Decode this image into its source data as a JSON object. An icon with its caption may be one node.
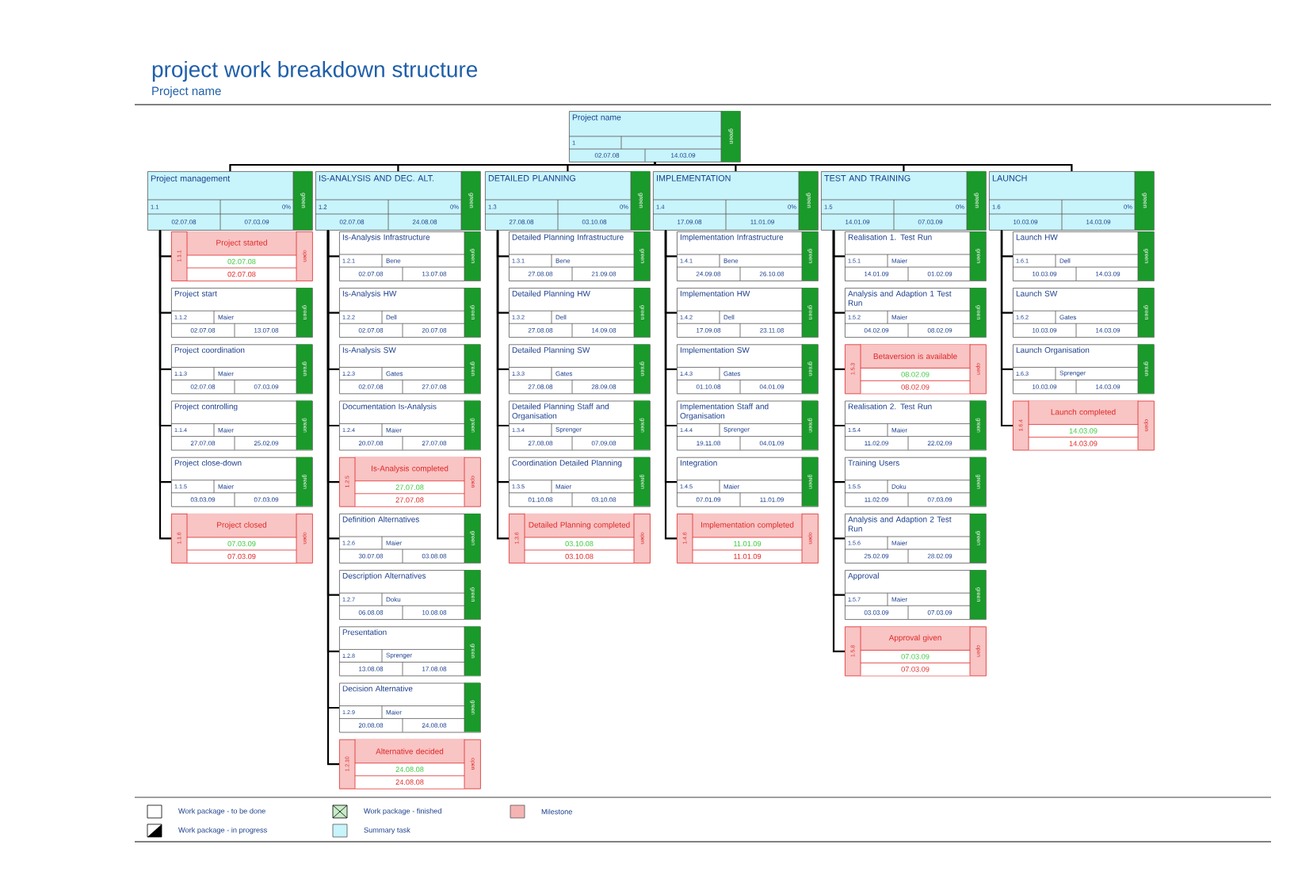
{
  "diagram": {
    "title": "project work breakdown structure",
    "nodes": [
      {
        "text": [
          "Project name",
          "1",
          "02.07.08",
          "14.03.09",
          "green"
        ]
      },
      {
        "text": [
          "Project management",
          "1.1",
          "0%",
          "02.07.08",
          "07.03.09",
          "green"
        ]
      },
      {
        "text": [
          "Project started",
          "1.1.1",
          "02.07.08",
          "02.07.08",
          "open"
        ]
      },
      {
        "text": [
          "Project start",
          "1.1.2",
          "Maier",
          "02.07.08",
          "13.07.08",
          "green"
        ]
      },
      {
        "text": [
          "Project coordination",
          "1.1.3",
          "Maier",
          "02.07.08",
          "07.03.09",
          "green"
        ]
      },
      {
        "text": [
          "Project controlling",
          "1.1.4",
          "Maier",
          "27.07.08",
          "25.02.09",
          "green"
        ]
      },
      {
        "text": [
          "Project close-down",
          "1.1.5",
          "Maier",
          "03.03.09",
          "07.03.09",
          "green"
        ]
      },
      {
        "text": [
          "Project closed",
          "1.1.6",
          "07.03.09",
          "07.03.09",
          "open"
        ]
      },
      {
        "text": [
          "IS-ANALYSIS AND DEC. ALT.",
          "1.2",
          "0%",
          "02.07.08",
          "24.08.08",
          "green"
        ]
      },
      {
        "text": [
          "Is-Analysis Infrastructure",
          "1.2.1",
          "Bene",
          "02.07.08",
          "13.07.08",
          "green"
        ]
      },
      {
        "text": [
          "Is-Analysis HW",
          "1.2.2",
          "Dell",
          "02.07.08",
          "20.07.08",
          "green"
        ]
      },
      {
        "text": [
          "Is-Analysis SW",
          "1.2.3",
          "Gates",
          "02.07.08",
          "27.07.08",
          "green"
        ]
      },
      {
        "text": [
          "Documentation Is-Analysis",
          "1.2.4",
          "Maier",
          "20.07.08",
          "27.07.08",
          "green"
        ]
      },
      {
        "text": [
          "Is-Analysis completed",
          "1.2.5",
          "27.07.08",
          "27.07.08",
          "open"
        ]
      },
      {
        "text": [
          "Definition Alternatives",
          "1.2.6",
          "Maier",
          "30.07.08",
          "03.08.08",
          "green"
        ]
      },
      {
        "text": [
          "Description Alternatives",
          "1.2.7",
          "Doku",
          "06.08.08",
          "10.08.08",
          "green"
        ]
      },
      {
        "text": [
          "Presentation",
          "1.2.8",
          "Sprenger",
          "13.08.08",
          "17.08.08",
          "green"
        ]
      },
      {
        "text": [
          "Decision Alternative",
          "1.2.9",
          "Maier",
          "20.08.08",
          "24.08.08",
          "green"
        ]
      },
      {
        "text": [
          "Alternative decided",
          "1.2.10",
          "24.08.08",
          "24.08.08",
          "open"
        ]
      },
      {
        "text": [
          "DETAILED PLANNING",
          "1.3",
          "0%",
          "27.08.08",
          "03.10.08",
          "green"
        ]
      },
      {
        "text": [
          "Detailed Planning Infrastructure",
          "1.3.1",
          "Bene",
          "27.08.08",
          "21.09.08",
          "green"
        ]
      },
      {
        "text": [
          "Detailed Planning HW",
          "1.3.2",
          "Dell",
          "27.08.08",
          "14.09.08",
          "green"
        ]
      },
      {
        "text": [
          "Detailed Planning SW",
          "1.3.3",
          "Gates",
          "27.08.08",
          "28.09.08",
          "green"
        ]
      },
      {
        "text": [
          "Detailed Planning Staff and Organisation",
          "1.3.4",
          "Sprenger",
          "27.08.08",
          "07.09.08",
          "green"
        ]
      },
      {
        "text": [
          "Coordination Detailed Planning",
          "1.3.5",
          "Maier",
          "01.10.08",
          "03.10.08",
          "green"
        ]
      },
      {
        "text": [
          "Detailed Planning completed",
          "1.3.6",
          "03.10.08",
          "03.10.08",
          "open"
        ]
      },
      {
        "text": [
          "IMPLEMENTATION",
          "1.4",
          "0%",
          "17.09.08",
          "11.01.09",
          "green"
        ]
      },
      {
        "text": [
          "Implementation Infrastructure",
          "1.4.1",
          "Bene",
          "24.09.08",
          "26.10.08",
          "green"
        ]
      },
      {
        "text": [
          "Implementation HW",
          "1.4.2",
          "Dell",
          "17.09.08",
          "23.11.08",
          "green"
        ]
      },
      {
        "text": [
          "Implementation SW",
          "1.4.3",
          "Gates",
          "01.10.08",
          "04.01.09",
          "green"
        ]
      },
      {
        "text": [
          "Implementation Staff and Organisation",
          "1.4.4",
          "Sprenger",
          "19.11.08",
          "04.01.09",
          "green"
        ]
      },
      {
        "text": [
          "Integration",
          "1.4.5",
          "Maier",
          "07.01.09",
          "11.01.09",
          "green"
        ]
      },
      {
        "text": [
          "Implementation completed",
          "1.4.6",
          "11.01.09",
          "11.01.09",
          "open"
        ]
      },
      {
        "text": [
          "TEST AND TRAINING",
          "1.5",
          "0%",
          "14.01.09",
          "07.03.09",
          "green"
        ]
      },
      {
        "text": [
          "Realisation 1. Test Run",
          "1.5.1",
          "Maier",
          "14.01.09",
          "01.02.09",
          "green"
        ]
      },
      {
        "text": [
          "Analysis and Adaption 1 Test Run",
          "1.5.2",
          "Maier",
          "04.02.09",
          "08.02.09",
          "green"
        ]
      },
      {
        "text": [
          "Betaversion is available",
          "1.5.3",
          "08.02.09",
          "08.02.09",
          "open"
        ]
      },
      {
        "text": [
          "Realisation 2. Test Run",
          "1.5.4",
          "Maier",
          "11.02.09",
          "22.02.09",
          "green"
        ]
      },
      {
        "text": [
          "Training Users",
          "1.5.5",
          "Doku",
          "11.02.09",
          "07.03.09",
          "green"
        ]
      },
      {
        "text": [
          "Analysis and Adaption 2 Test Run",
          "1.5.6",
          "Maier",
          "25.02.09",
          "28.02.09",
          "green"
        ]
      },
      {
        "text": [
          "Approval",
          "1.5.7",
          "Maier",
          "03.03.09",
          "07.03.09",
          "green"
        ]
      },
      {
        "text": [
          "Approval given",
          "1.5.8",
          "07.03.09",
          "07.03.09",
          "open"
        ]
      },
      {
        "text": [
          "LAUNCH",
          "1.6",
          "0%",
          "10.03.09",
          "14.03.09",
          "green"
        ]
      },
      {
        "text": [
          "Launch HW",
          "1.6.1",
          "Dell",
          "10.03.09",
          "14.03.09",
          "green"
        ]
      },
      {
        "text": [
          "Launch SW",
          "1.6.2",
          "Gates",
          "10.03.09",
          "14.03.09",
          "green"
        ]
      },
      {
        "text": [
          "Launch Organisation",
          "1.6.3",
          "Sprenger",
          "10.03.09",
          "14.03.09",
          "green"
        ]
      },
      {
        "text": [
          "Launch completed",
          "1.6.4",
          "14.03.09",
          "14.03.09",
          "open"
        ]
      }
    ],
    "edges": [
      {
        "from": 0,
        "to": 1,
        "arrow": "none"
      },
      {
        "from": 1,
        "to": 2,
        "arrow": "none"
      },
      {
        "from": 1,
        "to": 3,
        "arrow": "none"
      },
      {
        "from": 1,
        "to": 4,
        "arrow": "none"
      },
      {
        "from": 1,
        "to": 5,
        "arrow": "none"
      },
      {
        "from": 1,
        "to": 6,
        "arrow": "none"
      },
      {
        "from": 1,
        "to": 7,
        "arrow": "none"
      },
      {
        "from": 0,
        "to": 8,
        "arrow": "none"
      },
      {
        "from": 8,
        "to": 9,
        "arrow": "none"
      },
      {
        "from": 8,
        "to": 10,
        "arrow": "none"
      },
      {
        "from": 8,
        "to": 11,
        "arrow": "none"
      },
      {
        "from": 8,
        "to": 12,
        "arrow": "none"
      },
      {
        "from": 8,
        "to": 13,
        "arrow": "none"
      },
      {
        "from": 8,
        "to": 14,
        "arrow": "none"
      },
      {
        "from": 8,
        "to": 15,
        "arrow": "none"
      },
      {
        "from": 8,
        "to": 16,
        "arrow": "none"
      },
      {
        "from": 8,
        "to": 17,
        "arrow": "none"
      },
      {
        "from": 8,
        "to": 18,
        "arrow": "none"
      },
      {
        "from": 0,
        "to": 19,
        "arrow": "none"
      },
      {
        "from": 19,
        "to": 20,
        "arrow": "none"
      },
      {
        "from": 19,
        "to": 21,
        "arrow": "none"
      },
      {
        "from": 19,
        "to": 22,
        "arrow": "none"
      },
      {
        "from": 19,
        "to": 23,
        "arrow": "none"
      },
      {
        "from": 19,
        "to": 24,
        "arrow": "none"
      },
      {
        "from": 19,
        "to": 25,
        "arrow": "none"
      },
      {
        "from": 0,
        "to": 26,
        "arrow": "none"
      },
      {
        "from": 26,
        "to": 27,
        "arrow": "none"
      },
      {
        "from": 26,
        "to": 28,
        "arrow": "none"
      },
      {
        "from": 26,
        "to": 29,
        "arrow": "none"
      },
      {
        "from": 26,
        "to": 30,
        "arrow": "none"
      },
      {
        "from": 26,
        "to": 31,
        "arrow": "none"
      },
      {
        "from": 26,
        "to": 32,
        "arrow": "none"
      },
      {
        "from": 0,
        "to": 33,
        "arrow": "none"
      },
      {
        "from": 33,
        "to": 34,
        "arrow": "none"
      },
      {
        "from": 33,
        "to": 35,
        "arrow": "none"
      },
      {
        "from": 33,
        "to": 36,
        "arrow": "none"
      },
      {
        "from": 33,
        "to": 37,
        "arrow": "none"
      },
      {
        "from": 33,
        "to": 38,
        "arrow": "none"
      },
      {
        "from": 33,
        "to": 39,
        "arrow": "none"
      },
      {
        "from": 33,
        "to": 40,
        "arrow": "none"
      },
      {
        "from": 33,
        "to": 41,
        "arrow": "none"
      },
      {
        "from": 0,
        "to": 42,
        "arrow": "none"
      },
      {
        "from": 42,
        "to": 43,
        "arrow": "none"
      },
      {
        "from": 42,
        "to": 44,
        "arrow": "none"
      },
      {
        "from": 42,
        "to": 45,
        "arrow": "none"
      },
      {
        "from": 42,
        "to": 46,
        "arrow": "none"
      }
    ],
    "labels": [
      "Project name"
    ],
    "legend": [
      {
        "text": "Work package - to be done"
      },
      {
        "text": "Work package - finished"
      },
      {
        "text": "Milestone",
        "color": "#f4b4b4"
      },
      {
        "text": "Work package - in progress"
      },
      {
        "text": "Summary task",
        "color": "#c8f4fb"
      }
    ]
  }
}
